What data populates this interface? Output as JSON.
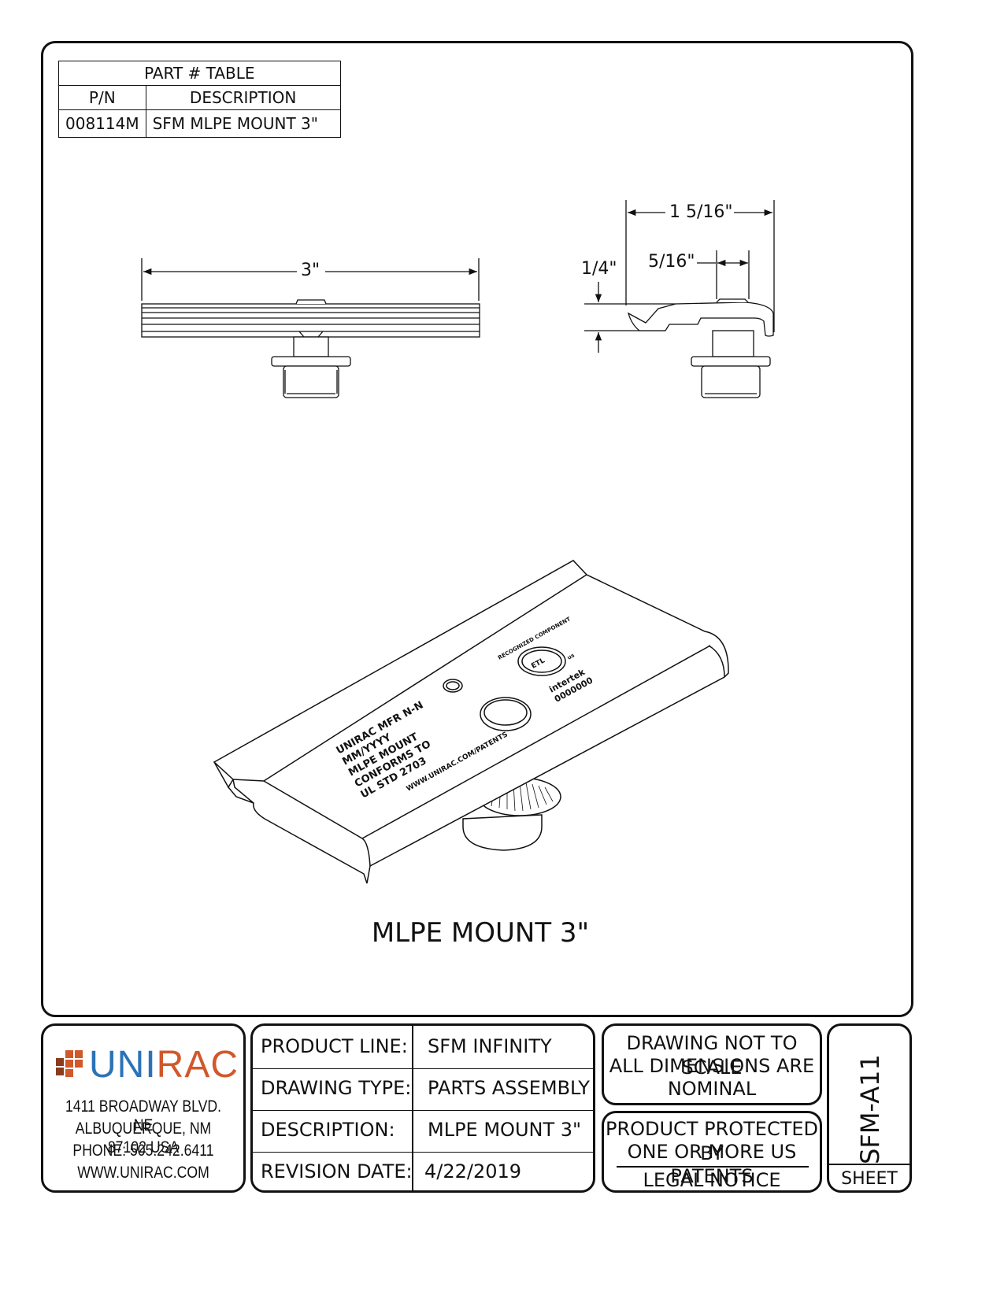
{
  "part_table": {
    "title": "PART # TABLE",
    "headers": [
      "P/N",
      "DESCRIPTION"
    ],
    "rows": [
      [
        "008114M",
        "SFM MLPE MOUNT 3\""
      ]
    ]
  },
  "dimensions": {
    "length": "3\"",
    "width": "1 5/16\"",
    "offset": "5/16\"",
    "thickness": "1/4\""
  },
  "iso_markings": {
    "line1": "UNIRAC MFR N-N",
    "line2": "MM/YYYY",
    "line3": "MLPE MOUNT",
    "line4": "CONFORMS TO",
    "line5": "UL STD 2703",
    "url": "WWW.UNIRAC.COM/PATENTS",
    "recognized": "RECOGNIZED COMPONENT",
    "intertek": "intertek",
    "number": "0000000",
    "us": "us",
    "etl": "ETL"
  },
  "drawing_caption": "MLPE MOUNT 3\"",
  "company": {
    "logo_text_1": "UNI",
    "logo_text_2": "RAC",
    "address1": "1411 BROADWAY BLVD. NE",
    "address2": "ALBUQUERQUE, NM 87102 USA",
    "phone": "PHONE: 505.242.6411",
    "website": "WWW.UNIRAC.COM",
    "colors": {
      "blue": "#2a73b8",
      "orange": "#d1582a",
      "dark_orange": "#8a3b1c"
    }
  },
  "title_block": {
    "rows": [
      {
        "label": "PRODUCT LINE:",
        "value": "SFM INFINITY"
      },
      {
        "label": "DRAWING TYPE:",
        "value": "PARTS ASSEMBLY"
      },
      {
        "label": "DESCRIPTION:",
        "value": "MLPE MOUNT 3\""
      },
      {
        "label": "REVISION DATE:",
        "value": "4/22/2019"
      }
    ]
  },
  "notes": {
    "scale1": "DRAWING NOT TO SCALE",
    "scale2": "ALL DIMENSIONS ARE",
    "scale3": "NOMINAL",
    "patent1": "PRODUCT PROTECTED BY",
    "patent2": "ONE OR MORE US PATENTS",
    "legal": "LEGAL NOTICE"
  },
  "sheet": {
    "number": "SFM-A11",
    "label": "SHEET"
  }
}
